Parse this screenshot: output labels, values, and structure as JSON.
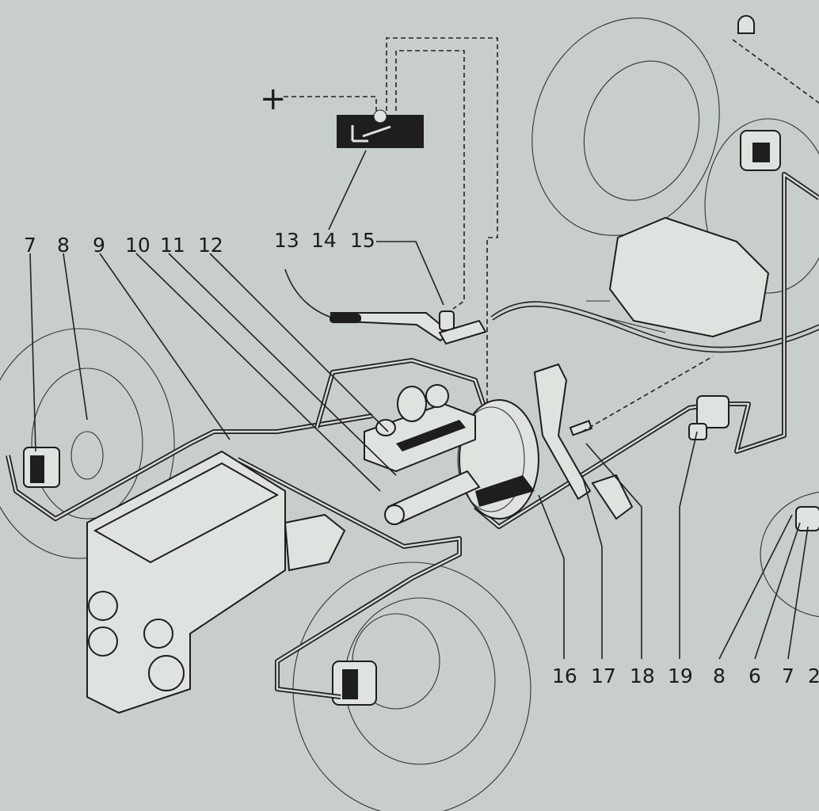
{
  "diagram": {
    "title": "Brake system exploded diagram",
    "battery_symbol": "+",
    "top_labels": [
      "7",
      "8",
      "9",
      "10",
      "11",
      "12",
      "13",
      "14",
      "15"
    ],
    "bottom_labels": [
      "16",
      "17",
      "18",
      "19",
      "8",
      "6",
      "7",
      "2"
    ]
  },
  "colors": {
    "background": "#c8cecb",
    "ink": "#1e1e1e",
    "paper": "#dfe3e0"
  }
}
